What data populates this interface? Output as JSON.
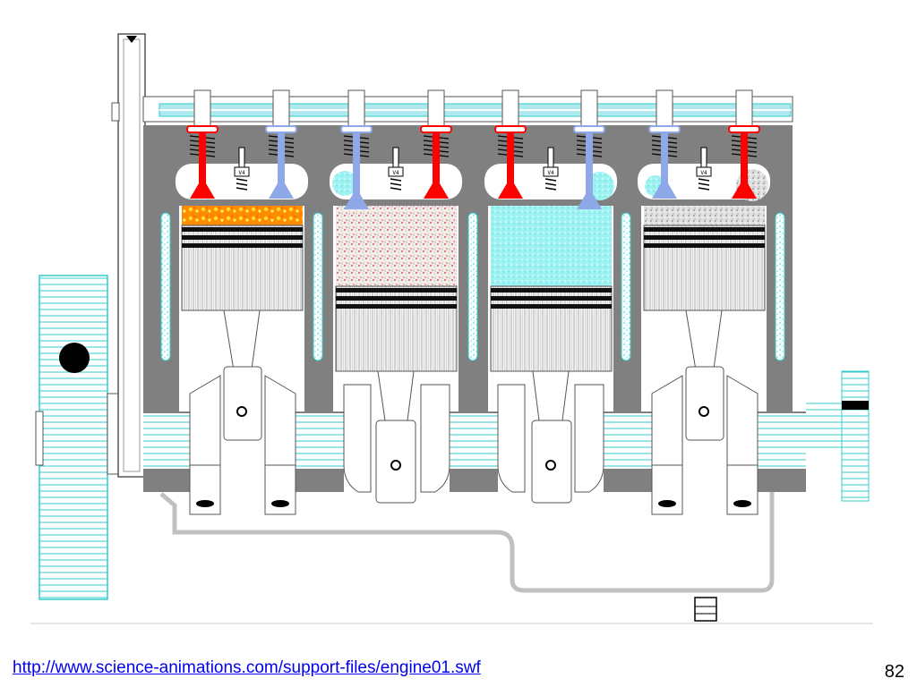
{
  "footer": {
    "link_text": "http://www.science-animations.com/support-files/engine01.swf",
    "slide_number": "82"
  },
  "spark_plug_labels": [
    "V4",
    "V4",
    "V4",
    "V4"
  ],
  "colors": {
    "block_gray": "#808080",
    "coolant_cyan": "#33cccc",
    "hot_valve_red": "#ff0000",
    "cold_valve_blue": "#8fa8e8",
    "combustion_orange": "#ff8c00",
    "intake_mix_cyan": "#99f0f0",
    "oil_line_gray": "#c0c0c0"
  }
}
